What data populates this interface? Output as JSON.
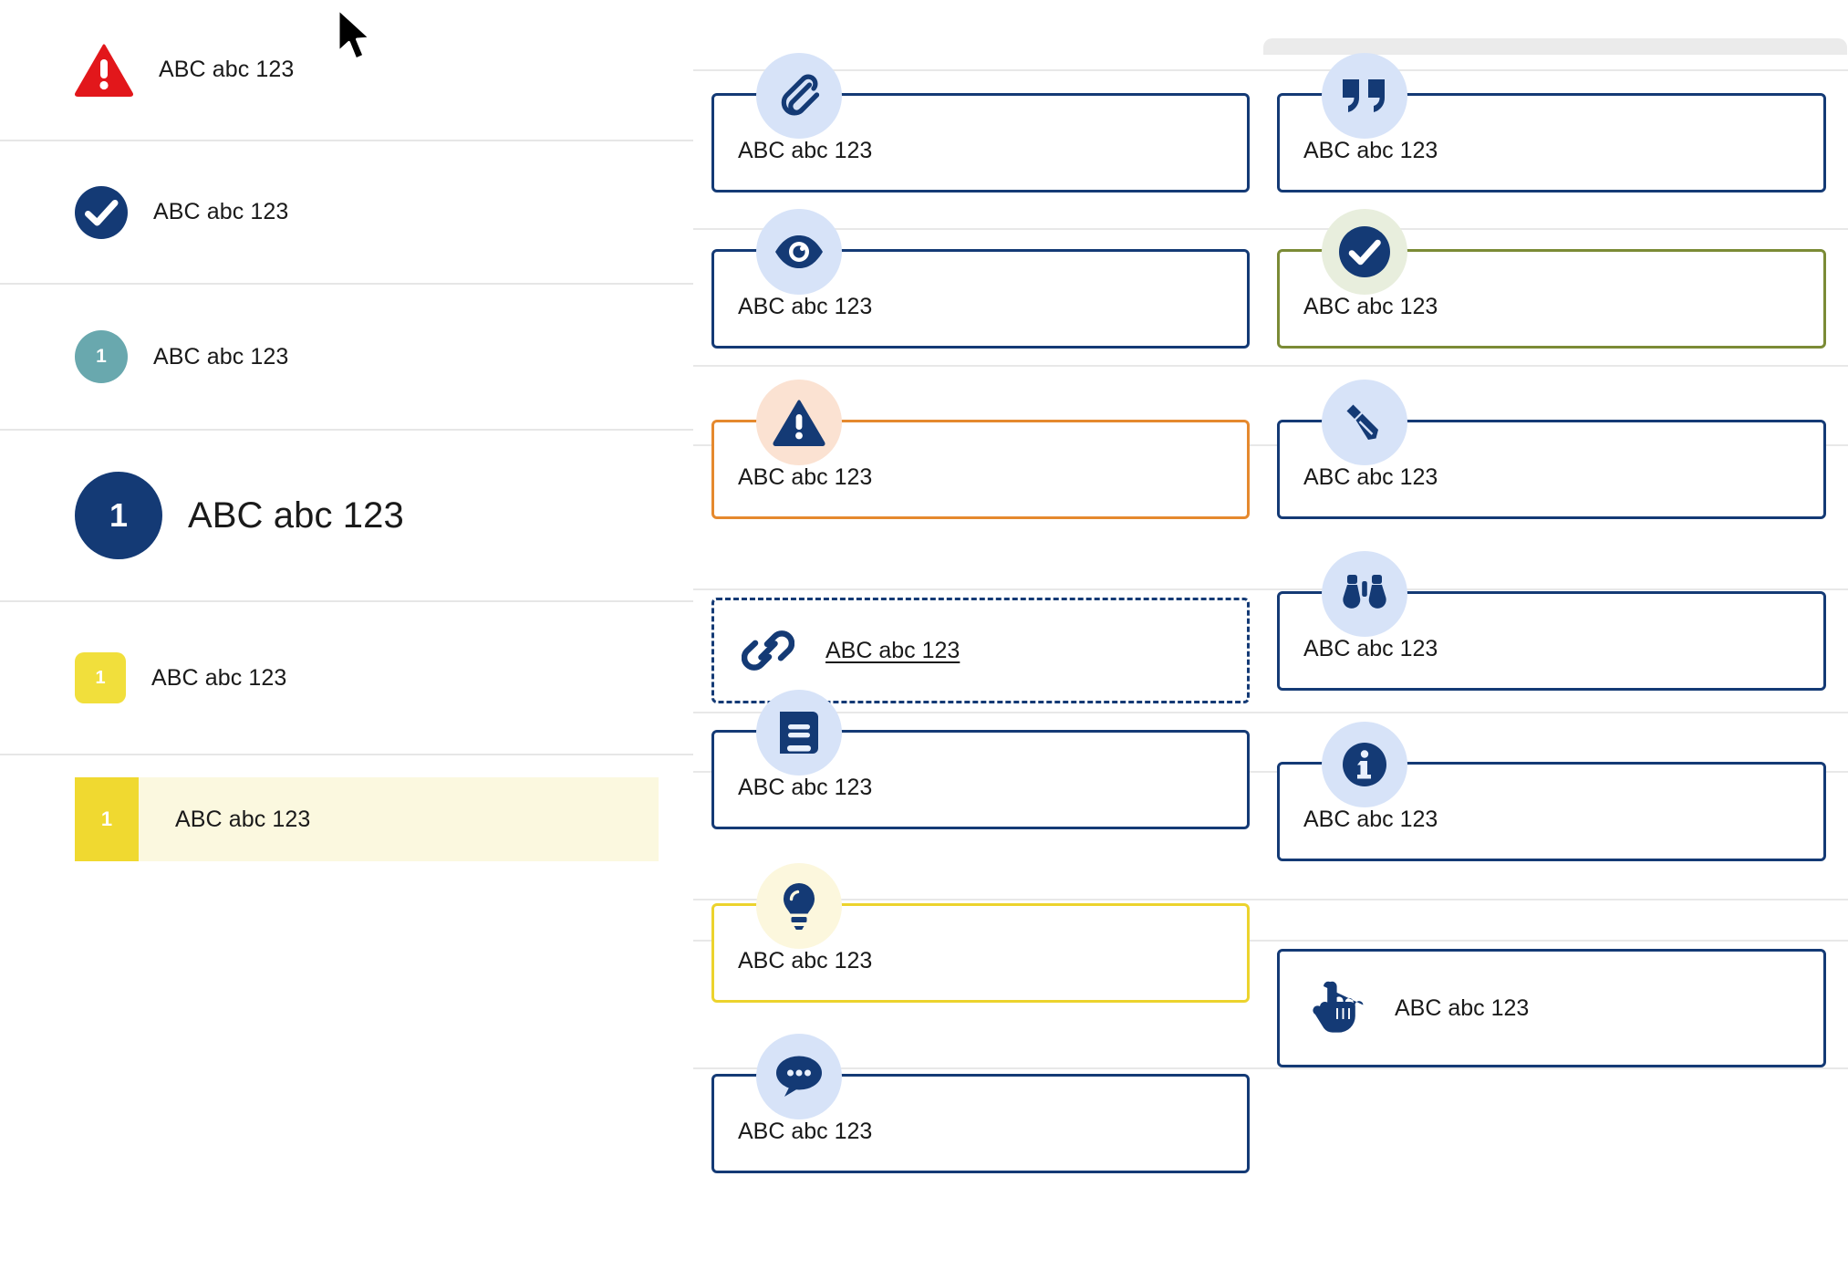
{
  "meta": {
    "label_text": "ABC abc 123",
    "colors": {
      "navy": "#143a75",
      "red": "#e2171b",
      "teal": "#69a8ae",
      "yellow": "#f1df3c",
      "yellow_strong": "#f0d930",
      "highlight_bg": "#fbf8df",
      "orange": "#e5892e",
      "green": "#7b8b36",
      "bubble_blue": "#d7e3f8",
      "bubble_peach": "#fbe2d2",
      "bubble_green": "#e8eedd",
      "bubble_yellow": "#fcf7dd",
      "rule": "#e6e6e6"
    }
  },
  "left_list": {
    "items": [
      {
        "id": "warning",
        "icon": "warning-triangle-icon",
        "badge": "triangle",
        "badge_value": "",
        "label": "ABC abc 123"
      },
      {
        "id": "success",
        "icon": "check-circle-icon",
        "badge": "circle",
        "badge_value": "",
        "label": "ABC abc 123"
      },
      {
        "id": "teal-step",
        "icon": "number-badge-icon",
        "badge": "circle",
        "badge_value": "1",
        "label": "ABC abc 123"
      },
      {
        "id": "big-step",
        "icon": "number-badge-icon",
        "badge": "circle",
        "badge_value": "1",
        "label": "ABC abc 123"
      },
      {
        "id": "note-step",
        "icon": "number-badge-icon",
        "badge": "square",
        "badge_value": "1",
        "label": "ABC abc 123"
      },
      {
        "id": "selected",
        "icon": "number-badge-icon",
        "badge": "square",
        "badge_value": "1",
        "label": "ABC abc 123"
      }
    ]
  },
  "middle_column": {
    "cards": [
      {
        "id": "attachment",
        "icon": "paperclip-icon",
        "label": "ABC abc 123",
        "variant": "default"
      },
      {
        "id": "visibility",
        "icon": "eye-icon",
        "label": "ABC abc 123",
        "variant": "default"
      },
      {
        "id": "caution",
        "icon": "warning-triangle-icon",
        "label": "ABC abc 123",
        "variant": "orange"
      },
      {
        "id": "link",
        "icon": "chain-link-icon",
        "label": "ABC abc 123",
        "variant": "dashed"
      },
      {
        "id": "reference",
        "icon": "book-icon",
        "label": "ABC abc 123",
        "variant": "default"
      },
      {
        "id": "tip",
        "icon": "lightbulb-icon",
        "label": "ABC abc 123",
        "variant": "yellow"
      },
      {
        "id": "discussion",
        "icon": "chat-bubble-icon",
        "label": "ABC abc 123",
        "variant": "default"
      }
    ]
  },
  "right_column": {
    "cards": [
      {
        "id": "quote",
        "icon": "quote-icon",
        "label": "ABC abc 123",
        "variant": "default"
      },
      {
        "id": "approved",
        "icon": "check-circle-icon",
        "label": "ABC abc 123",
        "variant": "green"
      },
      {
        "id": "edit",
        "icon": "pencil-icon",
        "label": "ABC abc 123",
        "variant": "default"
      },
      {
        "id": "observe",
        "icon": "binoculars-icon",
        "label": "ABC abc 123",
        "variant": "default"
      },
      {
        "id": "info",
        "icon": "info-circle-icon",
        "label": "ABC abc 123",
        "variant": "default"
      },
      {
        "id": "action",
        "icon": "pointing-hand-icon",
        "label": "ABC abc 123",
        "variant": "inline"
      }
    ]
  }
}
